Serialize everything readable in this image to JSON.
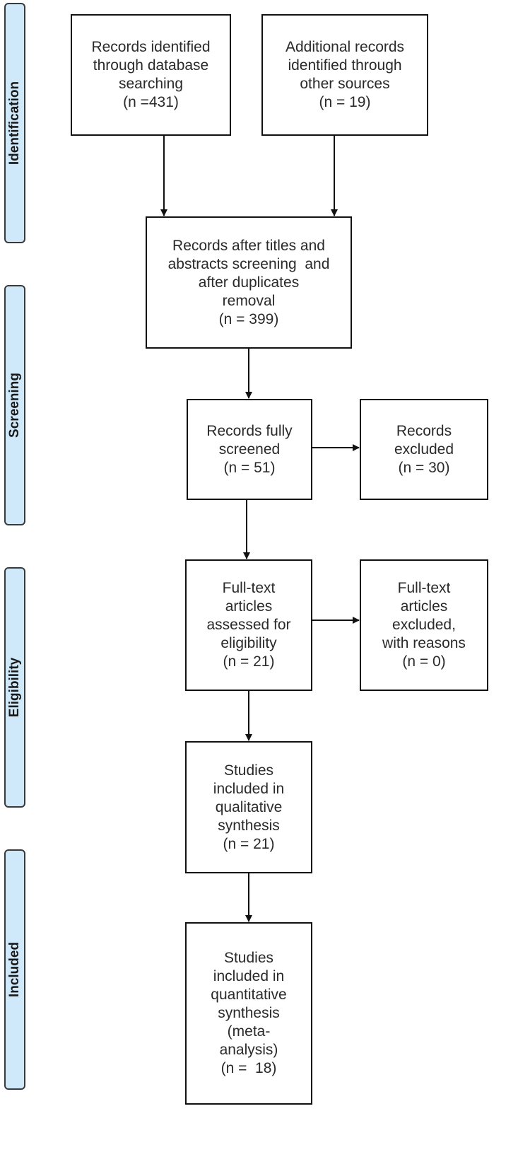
{
  "phases": [
    {
      "id": "identification",
      "label": "Identification"
    },
    {
      "id": "screening",
      "label": "Screening"
    },
    {
      "id": "eligibility",
      "label": "Eligibility"
    },
    {
      "id": "included",
      "label": "Included"
    }
  ],
  "boxes": {
    "db_records": {
      "lines": [
        "Records identified",
        "through database",
        "searching",
        "(n =431)"
      ]
    },
    "other_records": {
      "lines": [
        "Additional records",
        "identified through",
        "other sources",
        "(n = 19)"
      ]
    },
    "after_screening": {
      "lines": [
        "Records after titles and",
        "abstracts screening  and",
        "after duplicates",
        "removal",
        "(n = 399)"
      ]
    },
    "fully_screened": {
      "lines": [
        "Records fully",
        "screened",
        "(n = 51)"
      ]
    },
    "excluded": {
      "lines": [
        "Records",
        "excluded",
        "(n = 30)"
      ]
    },
    "fulltext_assessed": {
      "lines": [
        "Full-text",
        "articles",
        "assessed for",
        "eligibility",
        "(n = 21)"
      ]
    },
    "fulltext_excluded": {
      "lines": [
        "Full-text",
        "articles",
        "excluded,",
        "with reasons",
        "(n = 0)"
      ]
    },
    "qualitative": {
      "lines": [
        "Studies",
        "included in",
        "qualitative",
        "synthesis",
        "(n = 21)"
      ]
    },
    "quantitative": {
      "lines": [
        "Studies",
        "included in",
        "quantitative",
        "synthesis",
        "(meta-",
        "analysis)",
        "(n =  18)"
      ]
    }
  }
}
